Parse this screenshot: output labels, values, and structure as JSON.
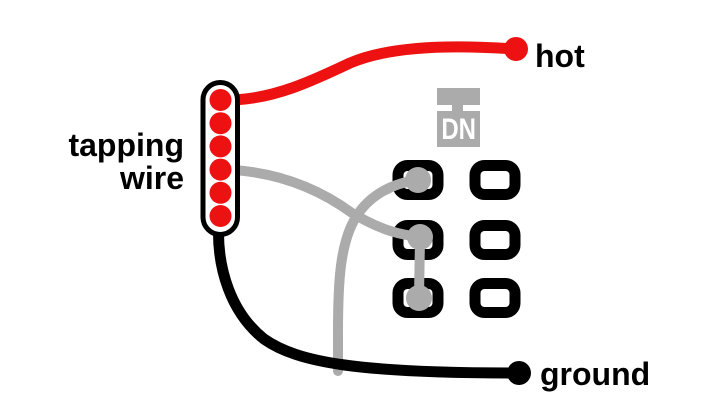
{
  "labels": {
    "hot": "hot",
    "ground": "ground",
    "tapping_wire_line1": "tapping",
    "tapping_wire_line2": "wire"
  },
  "switch": {
    "position_label": "DN",
    "pin_rows": 3,
    "pin_columns": 2,
    "tapped_pins": [
      "top-left",
      "middle-left",
      "bottom-left"
    ]
  },
  "connector": {
    "contact_count": 6
  },
  "colors": {
    "hot": "#ee1111",
    "ground": "#000000",
    "tap": "#ababab",
    "pin_outline": "#000000",
    "switch_label_text": "#ffffff",
    "background": "#ffffff"
  }
}
